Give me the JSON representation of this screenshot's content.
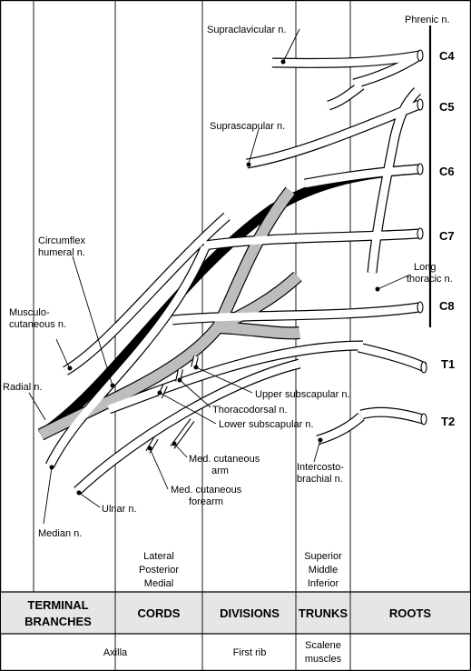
{
  "roots": [
    "C4",
    "C5",
    "C6",
    "C7",
    "C8",
    "T1",
    "T2"
  ],
  "nerves": {
    "phrenic": "Phrenic n.",
    "supraclavicular": "Supraclavicular n.",
    "suprascapular": "Suprascapular n.",
    "circumflex": "Circumflex humeral n.",
    "musculocutaneous": "Musculo-cutaneous n.",
    "radial": "Radial n.",
    "median": "Median n.",
    "ulnar": "Ulnar n.",
    "long_thoracic": "Long thoracic n.",
    "upper_subscapular": "Upper subscapular n.",
    "thoracodorsal": "Thoracodorsal n.",
    "lower_subscapular": "Lower subscapular n.",
    "med_cutaneous_arm": "Med. cutaneous arm",
    "med_cutaneous_forearm": "Med. cutaneous forearm",
    "intercostobrachial": "Intercosto-brachial n."
  },
  "lines": {
    "circumflex_1": "Circumflex",
    "circumflex_2": "humeral n.",
    "musculo_1": "Musculo-",
    "musculo_2": "cutaneous n.",
    "long_thoracic_1": "Long",
    "long_thoracic_2": "thoracic n.",
    "med_cut_arm_1": "Med. cutaneous",
    "med_cut_arm_2": "arm",
    "med_cut_forearm_1": "Med. cutaneous",
    "med_cut_forearm_2": "forearm",
    "intercosto_1": "Intercosto-",
    "intercosto_2": "brachial n."
  },
  "cords": [
    "Lateral",
    "Posterior",
    "Medial"
  ],
  "trunks": [
    "Superior",
    "Middle",
    "Inferior"
  ],
  "sections": {
    "terminal_1": "TERMINAL",
    "terminal_2": "BRANCHES",
    "cords": "CORDS",
    "divisions": "DIVISIONS",
    "trunks": "TRUNKS",
    "roots": "ROOTS"
  },
  "landmarks": {
    "axilla": "Axilla",
    "first_rib": "First rib",
    "scalene_1": "Scalene",
    "scalene_2": "muscles"
  },
  "colors": {
    "header_band": "#e6e6e6",
    "posterior_cord": "#bdbdbd"
  }
}
